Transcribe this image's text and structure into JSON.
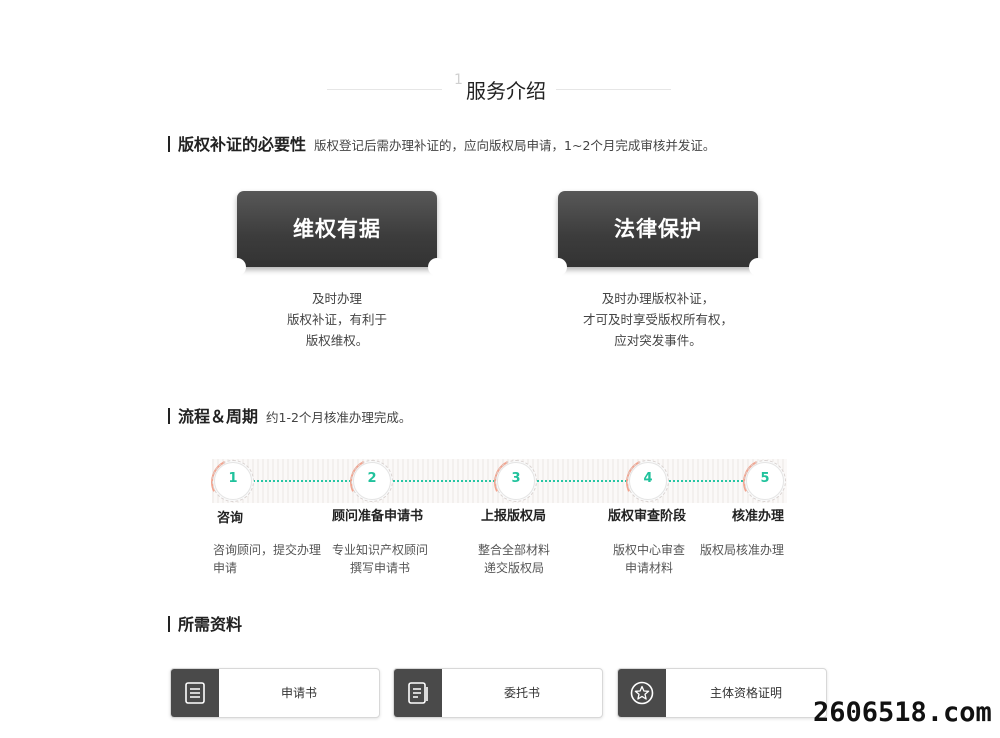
{
  "page_title": {
    "deco": "1",
    "text": "服务介绍"
  },
  "section_necessity": {
    "heading": "版权补证的必要性",
    "desc": "版权登记后需办理补证的，应向版权局申请，1~2个月完成审核并发证。"
  },
  "cards": [
    {
      "label": "维权有据",
      "lines": [
        "及时办理",
        "版权补证，有利于",
        "版权维权。"
      ]
    },
    {
      "label": "法律保护",
      "lines": [
        "及时办理版权补证，",
        "才可及时享受版权所有权，",
        "应对突发事件。"
      ]
    }
  ],
  "section_process": {
    "heading": "流程＆周期",
    "desc": "约1-2个月核准办理完成。"
  },
  "steps": [
    {
      "num": "1",
      "title": "咨询",
      "desc": [
        "咨询顾问，提交办理",
        "申请"
      ]
    },
    {
      "num": "2",
      "title": "顾问准备申请书",
      "desc": [
        "专业知识产权顾问",
        "撰写申请书"
      ]
    },
    {
      "num": "3",
      "title": "上报版权局",
      "desc": [
        "整合全部材料",
        "递交版权局"
      ]
    },
    {
      "num": "4",
      "title": "版权审查阶段",
      "desc": [
        "版权中心审查",
        "申请材料"
      ]
    },
    {
      "num": "5",
      "title": "核准办理",
      "desc": [
        "版权局核准办理"
      ]
    }
  ],
  "section_materials": {
    "heading": "所需资料"
  },
  "materials": [
    {
      "label": "申请书",
      "icon": "list-icon"
    },
    {
      "label": "委托书",
      "icon": "document-icon"
    },
    {
      "label": "主体资格证明",
      "icon": "star-badge-icon"
    }
  ],
  "watermark": "2606518.com",
  "colors": {
    "accent_teal": "#27c7a4",
    "card_dark": "#3c3c3c",
    "icon_box": "#4a4a4a"
  }
}
